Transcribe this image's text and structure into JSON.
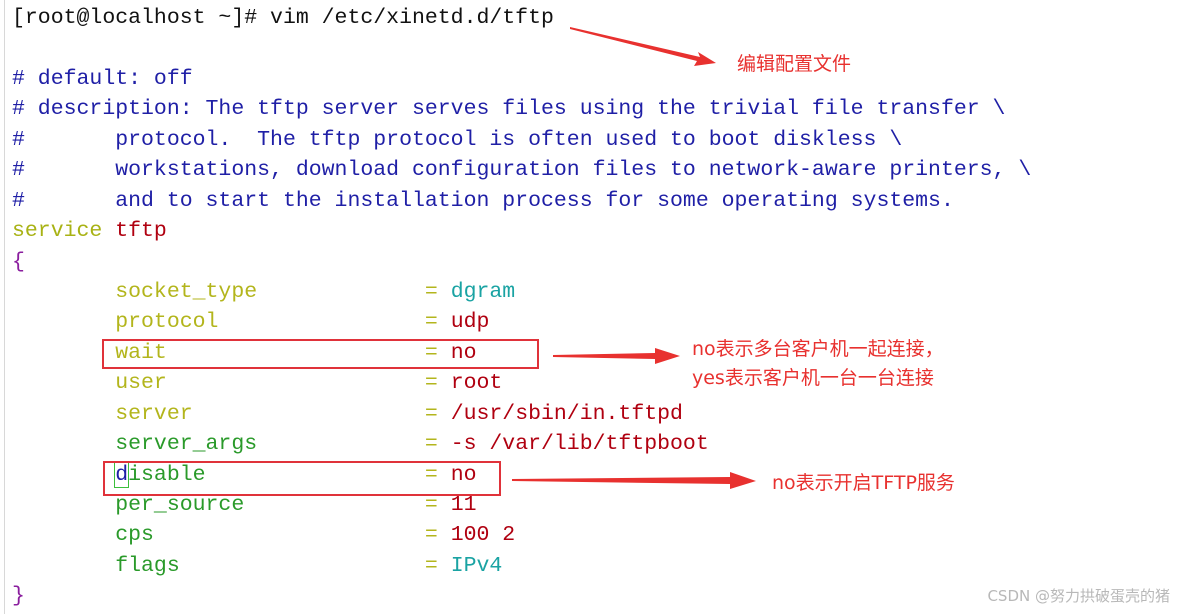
{
  "terminal": {
    "lines": [
      [
        {
          "t": "[root@localhost ~]# vim /etc/xinetd.d/tftp",
          "c": "prompt"
        }
      ],
      [],
      [
        {
          "t": "# default: off",
          "c": "comment"
        }
      ],
      [
        {
          "t": "# description: The tftp server serves files using the trivial file transfer \\",
          "c": "comment"
        }
      ],
      [
        {
          "t": "#\tprotocol.  The tftp protocol is often used to boot diskless \\",
          "c": "comment"
        }
      ],
      [
        {
          "t": "#\tworkstations, download configuration files to network-aware printers, \\",
          "c": "comment"
        }
      ],
      [
        {
          "t": "#\tand to start the installation process for some operating systems.",
          "c": "comment"
        }
      ],
      [
        {
          "t": "service ",
          "c": "keyword"
        },
        {
          "t": "tftp",
          "c": "name"
        }
      ],
      [
        {
          "t": "{",
          "c": "brace"
        }
      ],
      [
        {
          "t": "\tsocket_type             ",
          "c": "key1"
        },
        {
          "t": "= ",
          "c": "eq"
        },
        {
          "t": "dgram",
          "c": "cyan"
        }
      ],
      [
        {
          "t": "\tprotocol                ",
          "c": "key1"
        },
        {
          "t": "= ",
          "c": "eq"
        },
        {
          "t": "udp",
          "c": "red"
        }
      ],
      [
        {
          "t": "\twait                    ",
          "c": "key1"
        },
        {
          "t": "= ",
          "c": "eq"
        },
        {
          "t": "no",
          "c": "red"
        }
      ],
      [
        {
          "t": "\tuser                    ",
          "c": "key1"
        },
        {
          "t": "= ",
          "c": "eq"
        },
        {
          "t": "root",
          "c": "red"
        }
      ],
      [
        {
          "t": "\tserver                  ",
          "c": "key1"
        },
        {
          "t": "= ",
          "c": "eq"
        },
        {
          "t": "/usr/sbin/in.tftpd",
          "c": "red"
        }
      ],
      [
        {
          "t": "\tserver_args             ",
          "c": "key2"
        },
        {
          "t": "= ",
          "c": "eq"
        },
        {
          "t": "-s /var/lib/tftpboot",
          "c": "red"
        }
      ],
      [
        {
          "t": "\t",
          "c": "key2"
        },
        {
          "t": "d",
          "c": "blue",
          "cursor": true
        },
        {
          "t": "isable                 ",
          "c": "key2"
        },
        {
          "t": "= ",
          "c": "eq"
        },
        {
          "t": "no",
          "c": "red"
        }
      ],
      [
        {
          "t": "\tper_source              ",
          "c": "key2"
        },
        {
          "t": "= ",
          "c": "eq"
        },
        {
          "t": "11",
          "c": "red"
        }
      ],
      [
        {
          "t": "\tcps                     ",
          "c": "key2"
        },
        {
          "t": "= ",
          "c": "eq"
        },
        {
          "t": "100 2",
          "c": "red"
        }
      ],
      [
        {
          "t": "\tflags                   ",
          "c": "key2"
        },
        {
          "t": "= ",
          "c": "eq"
        },
        {
          "t": "IPv4",
          "c": "cyan"
        }
      ],
      [
        {
          "t": "}",
          "c": "brace"
        }
      ]
    ]
  },
  "annotations": {
    "edit_config": "编辑配置文件",
    "wait_note_1": "no表示多台客户机一起连接，",
    "wait_note_2": "yes表示客户机一台一台连接",
    "disable_note": "no表示开启TFTP服务"
  },
  "colors": {
    "annotation": "#e8312f",
    "comment": "#1f1fa6",
    "value": "#b00010"
  },
  "watermark": "CSDN @努力拱破蛋壳的猪"
}
